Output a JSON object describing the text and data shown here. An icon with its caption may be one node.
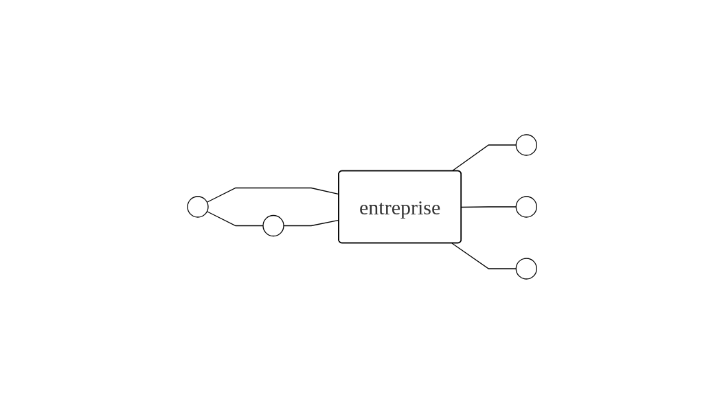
{
  "diagram": {
    "nodes": [
      {
        "text": [
          "entreprise"
        ]
      },
      {
        "text": [],
        "shape": "circle"
      },
      {
        "text": [],
        "shape": "circle"
      },
      {
        "text": [],
        "shape": "circle"
      },
      {
        "text": [],
        "shape": "circle"
      },
      {
        "text": [],
        "shape": "circle"
      }
    ],
    "edges": [
      {
        "from": 1,
        "to": 0,
        "arrow": "none"
      },
      {
        "from": 1,
        "to": 2,
        "arrow": "none"
      },
      {
        "from": 2,
        "to": 0,
        "arrow": "none"
      },
      {
        "from": 0,
        "to": 4,
        "arrow": "none"
      },
      {
        "from": 0,
        "to": 3,
        "arrow": "none"
      },
      {
        "from": 0,
        "to": 5,
        "arrow": "none"
      }
    ]
  }
}
